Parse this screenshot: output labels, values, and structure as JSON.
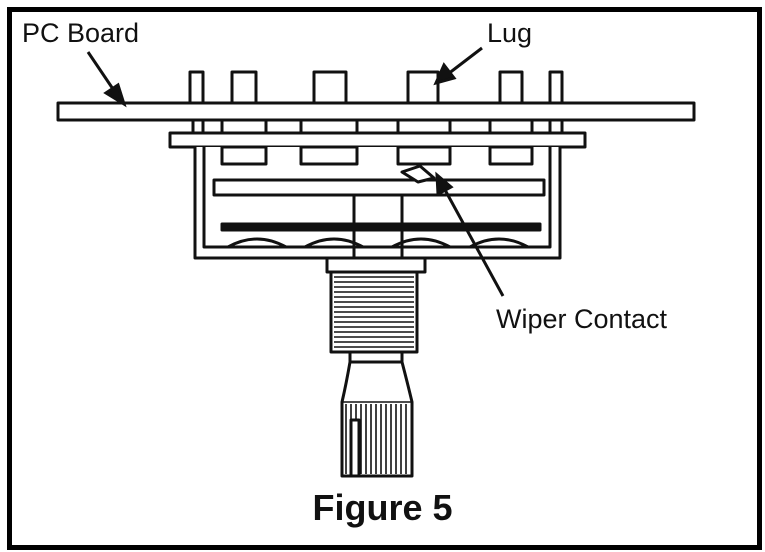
{
  "labels": {
    "pc_board": "PC Board",
    "lug": "Lug",
    "wiper_contact": "Wiper Contact"
  },
  "caption": "Figure 5",
  "colors": {
    "line": "#111111",
    "background": "#ffffff"
  }
}
